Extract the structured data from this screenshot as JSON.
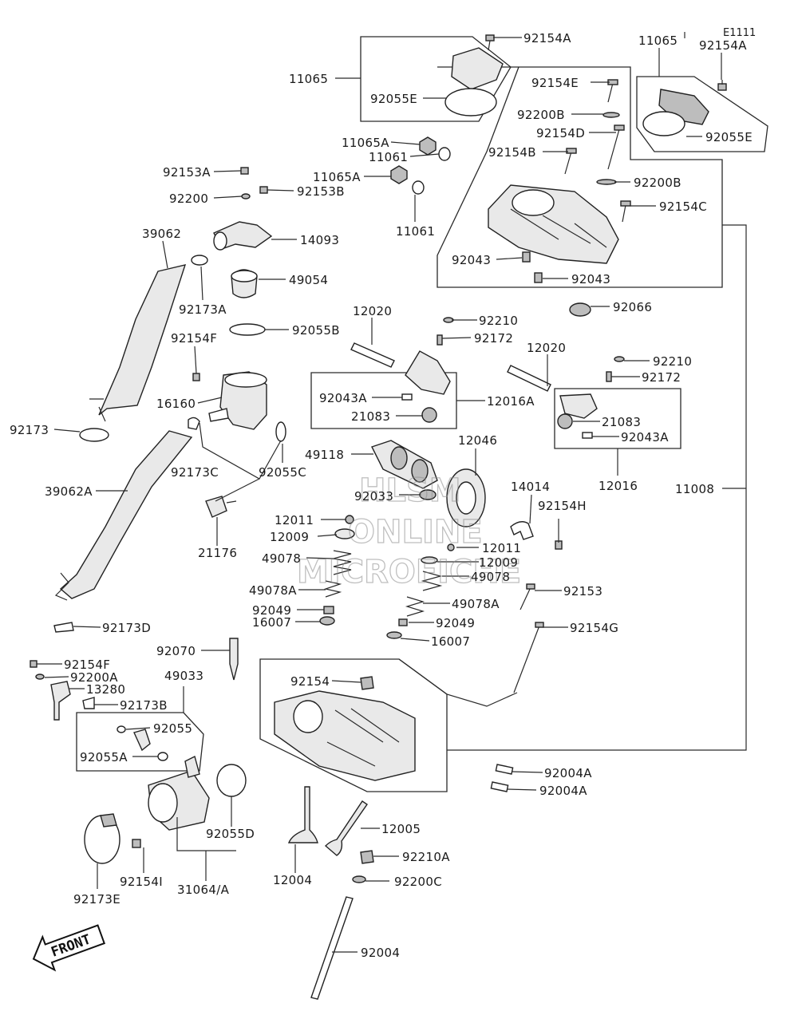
{
  "diagram_code": "E1111",
  "watermark": {
    "line1": "HLSM",
    "line2": "ONLINE",
    "line3": "MICROFICHE"
  },
  "front_label": "FRONT",
  "labels": {
    "l_92154A_top": "92154A",
    "l_92154A_right": "92154A",
    "l_11065_left": "11065",
    "l_11065_right": "11065",
    "l_92055E_left": "92055E",
    "l_92055E_right": "92055E",
    "l_92154E": "92154E",
    "l_92200B_top": "92200B",
    "l_92154D": "92154D",
    "l_92154B": "92154B",
    "l_92200B_mid": "92200B",
    "l_92154C": "92154C",
    "l_92043_a": "92043",
    "l_92043_b": "92043",
    "l_11065A_a": "11065A",
    "l_11061_a": "11061",
    "l_11065A_b": "11065A",
    "l_11061_b": "11061",
    "l_92153A": "92153A",
    "l_92200": "92200",
    "l_92153B": "92153B",
    "l_14093": "14093",
    "l_39062": "39062",
    "l_49054": "49054",
    "l_92173A": "92173A",
    "l_92055B": "92055B",
    "l_92154F_top": "92154F",
    "l_16160": "16160",
    "l_92173": "92173",
    "l_92173C": "92173C",
    "l_92055C": "92055C",
    "l_39062A": "39062A",
    "l_21176": "21176",
    "l_92066": "92066",
    "l_12020_left": "12020",
    "l_92210_a": "92210",
    "l_92172_a": "92172",
    "l_12020_right": "12020",
    "l_92210_b": "92210",
    "l_92172_b": "92172",
    "l_92043A_left": "92043A",
    "l_12016A": "12016A",
    "l_21083_left": "21083",
    "l_21083_right": "21083",
    "l_92043A_right": "92043A",
    "l_12016": "12016",
    "l_11008": "11008",
    "l_49118": "49118",
    "l_12046": "12046",
    "l_92033": "92033",
    "l_14014": "14014",
    "l_92154H": "92154H",
    "l_12011_left": "12011",
    "l_12009_left": "12009",
    "l_12011_right": "12011",
    "l_12009_right": "12009",
    "l_49078_left": "49078",
    "l_49078_right": "49078",
    "l_49078A_left": "49078A",
    "l_49078A_right": "49078A",
    "l_92049_left": "92049",
    "l_92049_right": "92049",
    "l_16007_left": "16007",
    "l_16007_right": "16007",
    "l_92153": "92153",
    "l_92154G": "92154G",
    "l_92173D": "92173D",
    "l_92070": "92070",
    "l_92154F_bottom": "92154F",
    "l_49033": "49033",
    "l_92200A": "92200A",
    "l_13280": "13280",
    "l_92173B": "92173B",
    "l_92154": "92154",
    "l_92055": "92055",
    "l_92055A": "92055A",
    "l_92004A_a": "92004A",
    "l_92004A_b": "92004A",
    "l_12005": "12005",
    "l_92210A": "92210A",
    "l_92200C": "92200C",
    "l_12004": "12004",
    "l_92055D": "92055D",
    "l_92173E": "92173E",
    "l_92154I": "92154I",
    "l_31064A": "31064/A",
    "l_92004": "92004"
  }
}
